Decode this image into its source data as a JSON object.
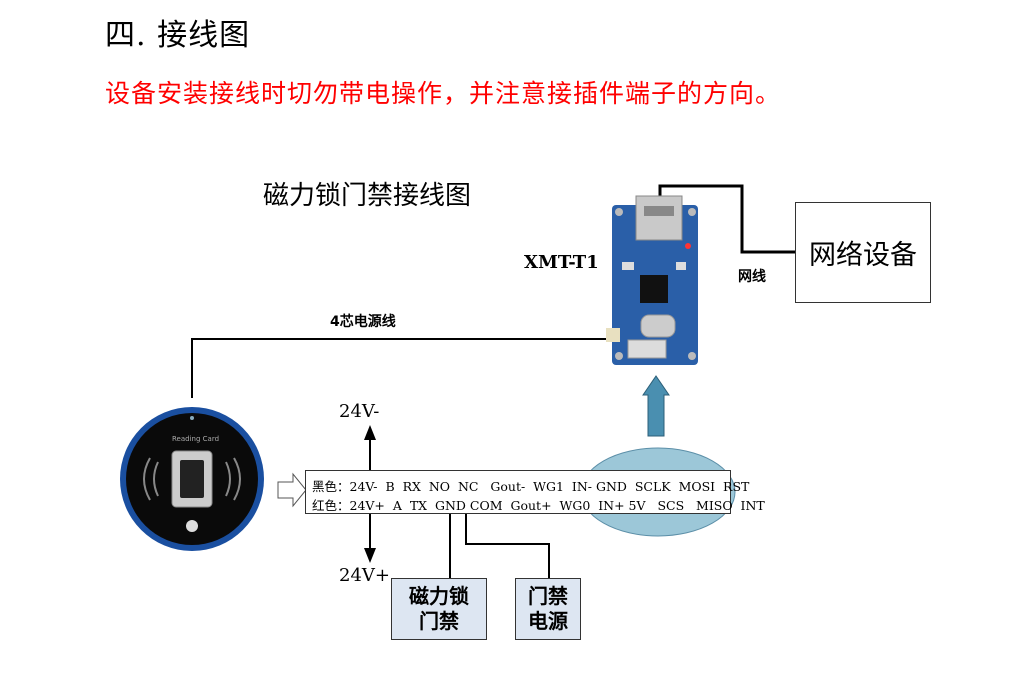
{
  "section_title": "四. 接线图",
  "warning": "设备安装接线时切勿带电操作，并注意接插件端子的方向。",
  "diagram": {
    "title": "磁力锁门禁接线图",
    "model": "XMT-T1",
    "network_label": "网线",
    "network_device": "网络设备",
    "power_cable_label": "4芯电源线",
    "reader_text": "Reading Card",
    "voltage_neg": "24V-",
    "voltage_pos": "24V+",
    "terminal_rows": [
      "黑色：24V-  B  RX  NO  NC   Gout-  WG1  IN- GND  SCLK  MOSI  RST",
      "红色：24V+  A  TX  GND COM  Gout+  WG0  IN+ 5V   SCS   MISO  INT"
    ],
    "lock_box": [
      "磁力锁",
      "门禁"
    ],
    "power_box": [
      "门禁",
      "电源"
    ]
  },
  "colors": {
    "warning": "#ff0000",
    "arrow_up_fill": "#4a8fb0",
    "ellipse_fill": "#9cc7d8",
    "box_fill": "#dde6f2",
    "board": "#2a5fa8"
  }
}
